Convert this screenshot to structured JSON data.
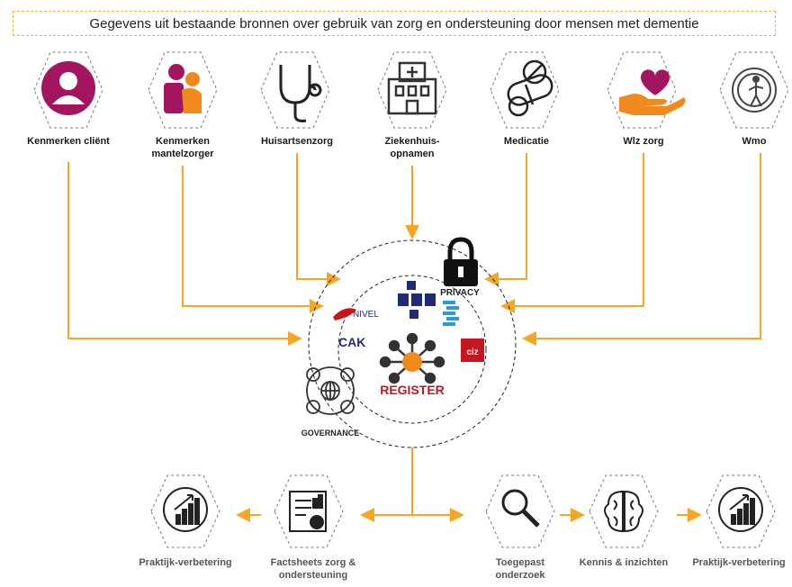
{
  "header": {
    "title": "Gegevens uit bestaande bronnen over gebruik van zorg en ondersteuning door mensen met dementie"
  },
  "sources": [
    {
      "label": "Kenmerken cliënt",
      "icon": "person-circle-icon"
    },
    {
      "label": "Kenmerken mantelzorger",
      "icon": "caregiver-icon"
    },
    {
      "label": "Huisartsenzorg",
      "icon": "stethoscope-icon"
    },
    {
      "label": "Ziekenhuis-opnamen",
      "icon": "hospital-icon"
    },
    {
      "label": "Medicatie",
      "icon": "pills-icon"
    },
    {
      "label": "Wlz zorg",
      "icon": "hand-heart-icon"
    },
    {
      "label": "Wmo",
      "icon": "support-icon"
    }
  ],
  "center": {
    "privacy": "PRIVACY",
    "governance": "GOVERNANCE",
    "register": "REGISTER",
    "logos": {
      "dhd": "DHD",
      "nivel": "NIVEL",
      "cak": "CAK",
      "ciz": "ciz"
    }
  },
  "outputs": [
    {
      "label": "Praktijk-verbetering",
      "icon": "growth-chart-icon"
    },
    {
      "label": "Factsheets zorg & ondersteuning",
      "icon": "factsheet-icon"
    },
    {
      "label": "Toegepast onderzoek",
      "icon": "magnifier-icon"
    },
    {
      "label": "Kennis & inzichten",
      "icon": "brain-icon"
    },
    {
      "label": "Praktijk-verbetering",
      "icon": "growth-chart-icon"
    }
  ],
  "colors": {
    "accent": "#f5a623",
    "magenta": "#a3155f",
    "orange": "#f08a1c",
    "navy": "#1f2a7a",
    "red": "#c4161c"
  }
}
